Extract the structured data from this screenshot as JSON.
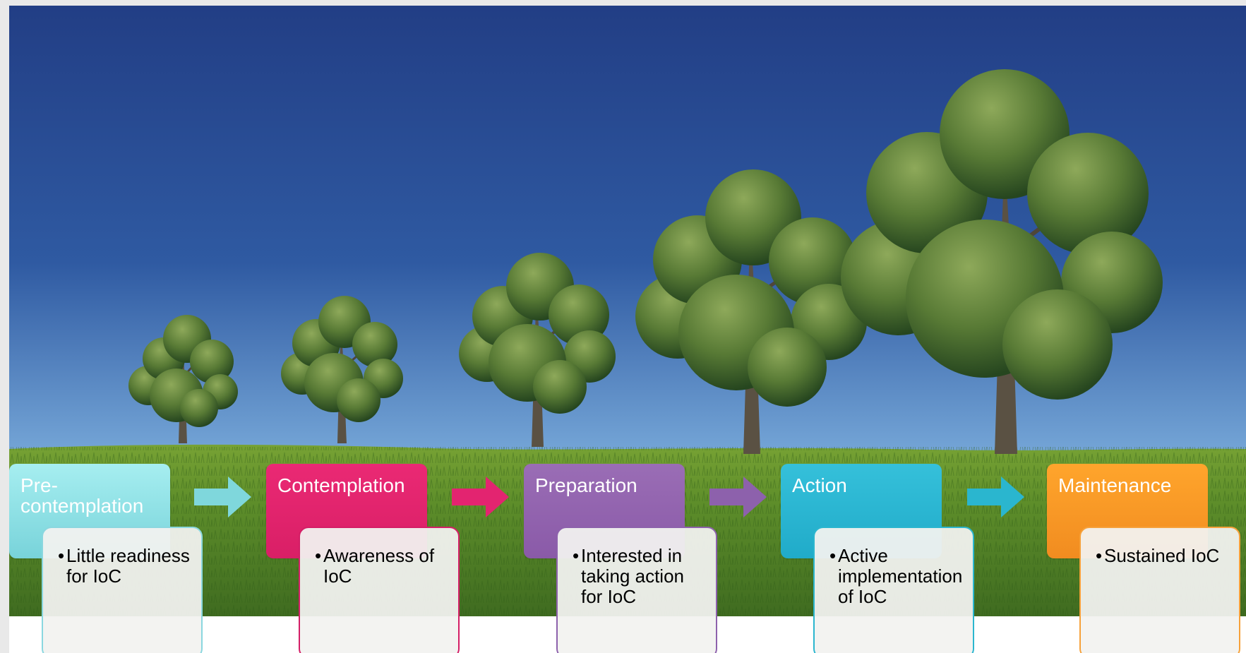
{
  "slide": {
    "stages": [
      {
        "title": "Pre-contemplation",
        "description": "Little readiness for IoC",
        "color": "#8ad7df",
        "header_color": "#7ad4dc"
      },
      {
        "title": "Contemplation",
        "description": "Awareness of IoC",
        "color": "#d41e66",
        "header_color": "#e32470"
      },
      {
        "title": "Preparation",
        "description": "Interested in taking action for IoC",
        "color": "#8d61ac",
        "header_color": "#9667b0"
      },
      {
        "title": "Action",
        "description": "Active implementation of IoC",
        "color": "#2bb6cf",
        "header_color": "#24b0cb"
      },
      {
        "title": "Maintenance",
        "description": "Sustained IoC",
        "color": "#f6a13a",
        "header_color": "#f59a25"
      }
    ],
    "arrow_colors": [
      "#7fd7dc",
      "#e32470",
      "#8d61ac",
      "#2ab6cf"
    ],
    "background": {
      "sky_top": "#223e85",
      "sky_bottom": "#a9d2ec",
      "grass": "#5d8d2a"
    },
    "tree_icon": "tree-icon",
    "arrow_icon": "right-arrow-icon"
  }
}
